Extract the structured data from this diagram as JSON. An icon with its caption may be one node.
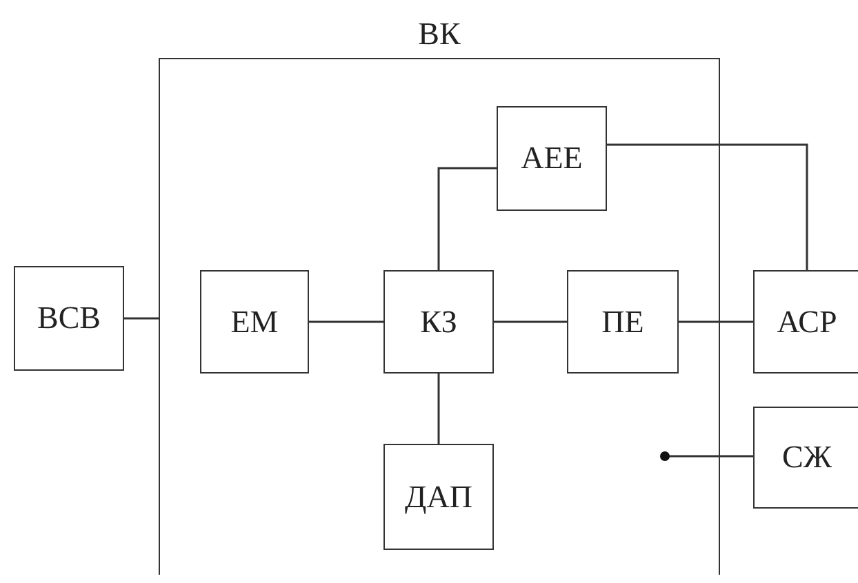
{
  "diagram": {
    "nodes": [
      {
        "text": [
          "ВК"
        ]
      },
      {
        "text": [
          "ВСВ"
        ]
      },
      {
        "text": [
          "ЕМ"
        ],
        "in": 0
      },
      {
        "text": [
          "КЗ"
        ],
        "in": 0
      },
      {
        "text": [
          "АЕЕ"
        ],
        "in": 0
      },
      {
        "text": [
          "ПЕ"
        ],
        "in": 0
      },
      {
        "text": [
          "АСР"
        ]
      },
      {
        "text": [
          "ДАП"
        ],
        "in": 0
      },
      {
        "text": [
          "СЖ"
        ]
      }
    ],
    "edges": [
      {
        "from": 1,
        "to": 0,
        "arrow": "none"
      },
      {
        "from": 2,
        "to": 3,
        "arrow": "none"
      },
      {
        "from": 3,
        "to": 4,
        "arrow": "none"
      },
      {
        "from": 3,
        "to": 5,
        "arrow": "none"
      },
      {
        "from": 5,
        "to": 6,
        "arrow": "none"
      },
      {
        "from": 4,
        "to": 6,
        "arrow": "none"
      },
      {
        "from": 3,
        "to": 7,
        "arrow": "none"
      },
      {
        "from": 8,
        "to": null,
        "arrow": "other"
      }
    ]
  }
}
